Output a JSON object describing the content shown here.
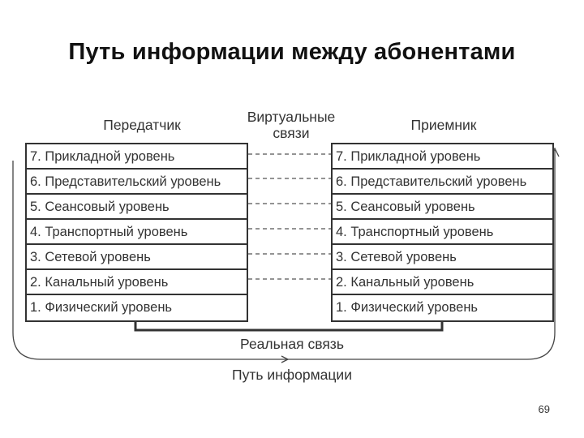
{
  "title": "Путь информации между абонентами",
  "headers": {
    "sender": "Передатчик",
    "virtual": "Виртуальные связи",
    "receiver": "Приемник"
  },
  "sender_layers": [
    "7. Прикладной уровень",
    "6. Представительский уровень",
    "5. Сеансовый уровень",
    "4. Транспортный уровень",
    "3. Сетевой уровень",
    "2. Канальный уровень",
    "1. Физический уровень"
  ],
  "receiver_layers": [
    "7. Прикладной уровень",
    "6. Представительский уровень",
    "5. Сеансовый уровень",
    "4. Транспортный уровень",
    "3. Сетевой уровень",
    "2. Канальный уровень",
    "1. Физический уровень"
  ],
  "real_link_label": "Реальная связь",
  "info_path_label": "Путь информации",
  "page_number": "69"
}
